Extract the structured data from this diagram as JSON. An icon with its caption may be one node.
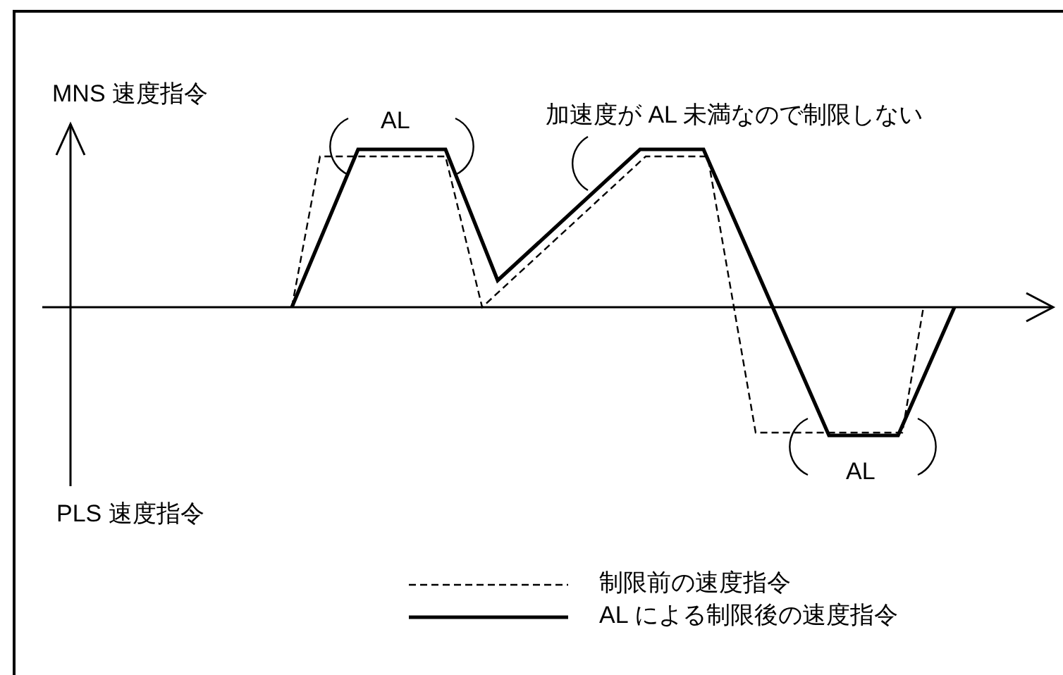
{
  "diagram": {
    "labels": [
      "MNS 速度指令",
      "AL",
      "加速度が AL 未満なので制限しない",
      "AL",
      "PLS 速度指令"
    ],
    "legend": [
      {
        "text": "制限前の速度指令"
      },
      {
        "text": "AL による制限後の速度指令"
      }
    ]
  }
}
